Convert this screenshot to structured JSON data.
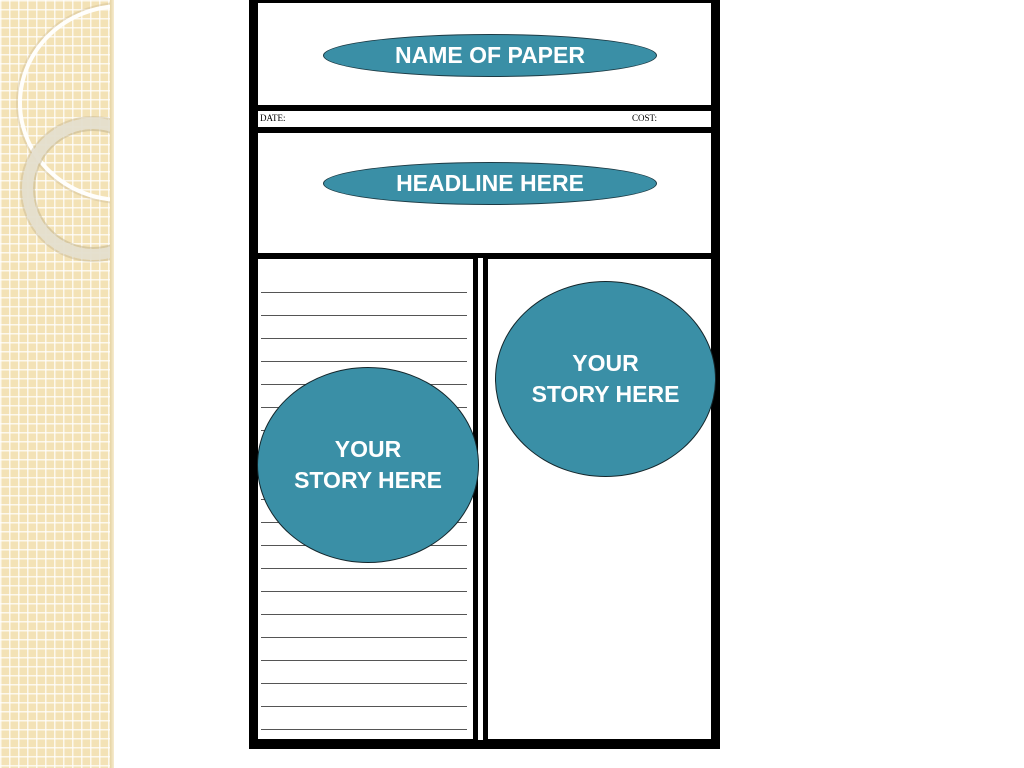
{
  "newspaper": {
    "name_label": "NAME OF PAPER",
    "date_label": "DATE:",
    "cost_label": "COST:",
    "headline_label": "HEADLINE HERE",
    "stories": [
      {
        "line1": "YOUR",
        "line2": "STORY HERE"
      },
      {
        "line1": "YOUR",
        "line2": "STORY HERE"
      }
    ]
  },
  "colors": {
    "accent": "#3a8fa6",
    "border": "#000000",
    "sidebar_pattern": "#f3e2b6"
  }
}
